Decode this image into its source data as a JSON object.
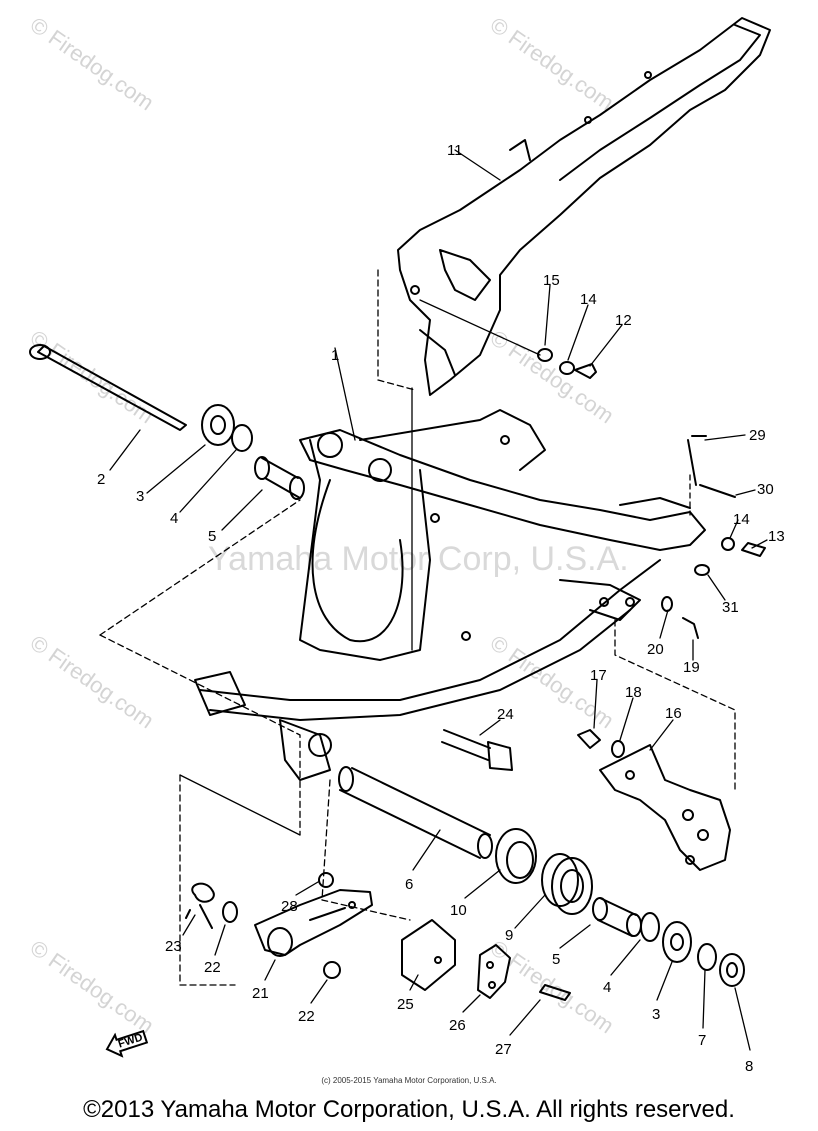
{
  "watermark": "© Firedog.com",
  "center_watermark": "Yamaha Motor Corp, U.S.A.",
  "fwd_label": "FWD",
  "small_caption": "(c) 2005-2015 Yamaha Motor Corporation, U.S.A.",
  "copyright": "©2013 Yamaha Motor Corporation, U.S.A. All rights reserved.",
  "callouts": [
    "1",
    "2",
    "3",
    "4",
    "5",
    "11",
    "15",
    "14",
    "12",
    "29",
    "30",
    "14",
    "13",
    "31",
    "20",
    "19",
    "17",
    "18",
    "16",
    "24",
    "6",
    "10",
    "9",
    "5",
    "4",
    "3",
    "7",
    "8",
    "28",
    "23",
    "22",
    "21",
    "22",
    "25",
    "26",
    "27"
  ]
}
